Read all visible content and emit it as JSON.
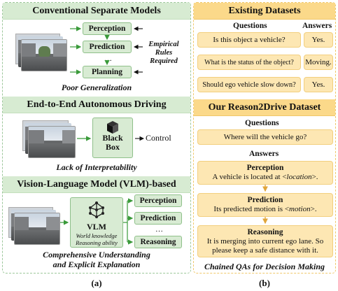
{
  "panel_a": {
    "separate": {
      "title": "Conventional Separate Models",
      "modules": [
        "Perception",
        "Prediction",
        "…",
        "Planning"
      ],
      "note_lines": [
        "Empirical",
        "Rules",
        "Required"
      ],
      "caption": "Poor Generalization"
    },
    "e2e": {
      "title": "End-to-End Autonomous Driving",
      "box_lines": [
        "Black",
        "Box"
      ],
      "output": "Control",
      "caption": "Lack of Interpretability"
    },
    "vlm": {
      "title": "Vision-Language Model (VLM)-based",
      "box_title": "VLM",
      "box_sub": [
        "World knowledge",
        "Reasoning ability"
      ],
      "outputs": [
        "Perception",
        "Prediction",
        "…",
        "Reasoning"
      ],
      "caption_lines": [
        "Comprehensive Understanding",
        "and Explicit Explanation"
      ]
    },
    "label": "(a)"
  },
  "panel_b": {
    "existing": {
      "title": "Existing Datasets",
      "col_questions": "Questions",
      "col_answers": "Answers",
      "rows": [
        {
          "q": "Is this object a vehicle?",
          "a": "Yes."
        },
        {
          "q": "What is the status of the object?",
          "a": "Moving."
        },
        {
          "q": "Should ego vehicle slow down?",
          "a": "Yes."
        }
      ]
    },
    "ours": {
      "title": "Our Reason2Drive Dataset",
      "questions_label": "Questions",
      "question": "Where will the vehicle go?",
      "answers_label": "Answers",
      "steps": [
        {
          "title": "Perception",
          "line1": "A vehicle is located at <",
          "em": "location",
          "line1_end": ">."
        },
        {
          "title": "Prediction",
          "line1": "Its predicted motion is <",
          "em": "motion",
          "line1_end": ">."
        },
        {
          "title": "Reasoning",
          "line1": "It is merging into current ego lane. So",
          "line2": "please keep a safe distance with it."
        }
      ],
      "caption": "Chained QAs for Decision Making"
    },
    "label": "(b)"
  },
  "colors": {
    "green_fill": "#d8ebd3",
    "green_header": "#d7ebd2",
    "yellow_fill": "#fde7b3",
    "yellow_header": "#fbd98a"
  }
}
